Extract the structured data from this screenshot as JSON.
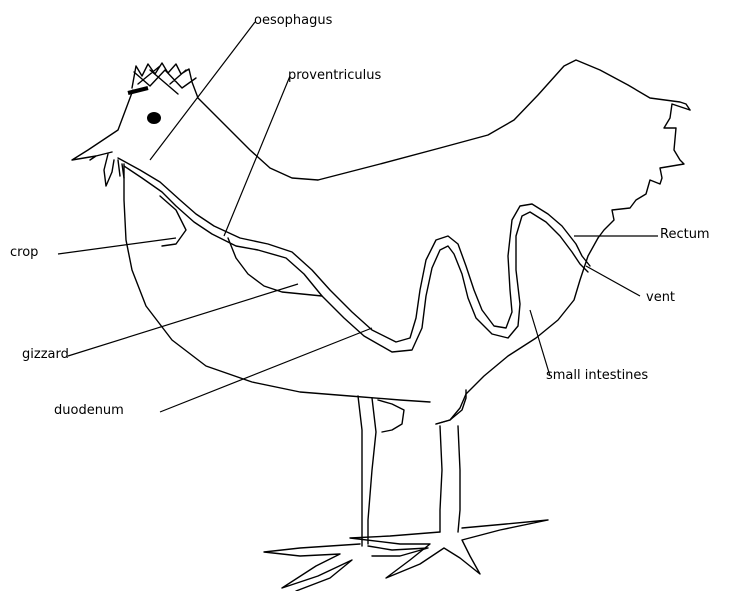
{
  "labels": {
    "oesophagus": "oesophagus",
    "proventriculus": "proventriculus",
    "crop": "crop",
    "gizzard": "gizzard",
    "duodenum": "duodenum",
    "rectum": "Rectum",
    "vent": "vent",
    "small_intestines": "small intestines"
  },
  "colors": {
    "line": "#000000",
    "background": "#ffffff"
  }
}
